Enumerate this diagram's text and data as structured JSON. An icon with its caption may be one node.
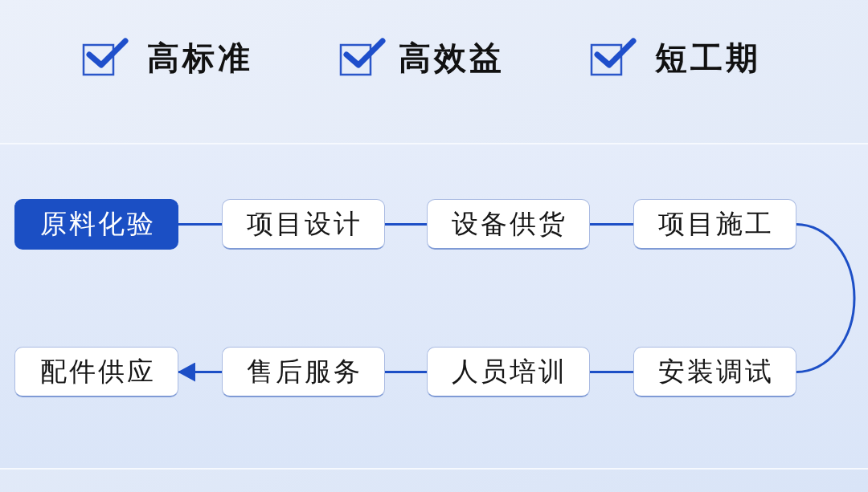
{
  "diagram": {
    "nodes": [
      {
        "text": [
          "原料化验"
        ]
      },
      {
        "text": [
          "项目设计"
        ]
      },
      {
        "text": [
          "设备供货"
        ]
      },
      {
        "text": [
          "项目施工"
        ]
      },
      {
        "text": [
          "配件供应"
        ]
      },
      {
        "text": [
          "售后服务"
        ]
      },
      {
        "text": [
          "人员培训"
        ]
      },
      {
        "text": [
          "安装调试"
        ]
      }
    ],
    "edges": [
      {
        "from": 0,
        "to": 1,
        "arrow": "none"
      },
      {
        "from": 1,
        "to": 2,
        "arrow": "none"
      },
      {
        "from": 2,
        "to": 3,
        "arrow": "none"
      },
      {
        "from": 3,
        "to": 7,
        "arrow": "none"
      },
      {
        "from": 7,
        "to": 6,
        "arrow": "none"
      },
      {
        "from": 6,
        "to": 5,
        "arrow": "none"
      },
      {
        "from": 5,
        "to": 4,
        "arrow": "to"
      }
    ],
    "labels": [
      "高标准",
      "高效益",
      "短工期"
    ]
  }
}
